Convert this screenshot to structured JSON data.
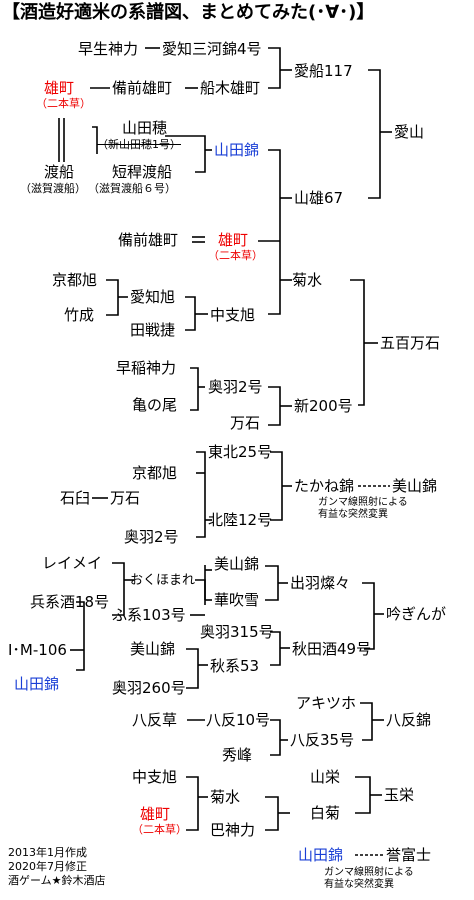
{
  "title": "【酒造好適米の系譜図、まとめてみた(･∀･)】",
  "credits": [
    "2013年1月作成",
    "2020年7月修正",
    "酒ゲーム★鈴木酒店"
  ],
  "colors": {
    "red": "#e00000",
    "blue": "#1a3fd6",
    "line": "#000000"
  },
  "nodes": {
    "wasesei": "早生神力",
    "aichi_mikawa": "愛知三河錦4号",
    "omachi_1": "雄町",
    "nihonsou_1": "（二本草）",
    "bizen_omachi_1": "備前雄町",
    "funaki_omachi": "船木雄町",
    "aifune117": "愛船117",
    "aiyama": "愛山",
    "yamadaho": "山田穂",
    "shin_yamadaho": "（新山田穂1号）",
    "yamadanishiki_1": "山田錦",
    "watabune": "渡船",
    "shiga_watabune": "（滋賀渡船）",
    "tankan_watabune": "短稈渡船",
    "shiga_watabune6": "（滋賀渡船６号）",
    "yamao67": "山雄67",
    "bizen_omachi_2": "備前雄町",
    "omachi_2": "雄町",
    "nihonsou_2": "（二本草）",
    "kyoto_asahi_1": "京都旭",
    "taketsuki": "竹成",
    "aichi_asahi": "愛知旭",
    "tasenshou": "田戦捷",
    "nakashi_asahi_1": "中支旭",
    "kikusui_1": "菊水",
    "gohyakumangoku": "五百万石",
    "wase_shinriki": "早稲神力",
    "kamenoo": "亀の尾",
    "ou2": "奥羽2号",
    "mangoku_1": "万石",
    "shin200": "新200号",
    "tohoku25": "東北25号",
    "kyoto_asahi_2": "京都旭",
    "ishiusu": "石臼",
    "mangoku_2": "万石",
    "ou2_b": "奥羽2号",
    "hokuriku12": "北陸12号",
    "takanenishiki": "たかね錦",
    "miyamanishiki_1": "美山錦",
    "gamma_1": "ガンマ線照射による",
    "mutation_1": "有益な突然変異",
    "reimei": "レイメイ",
    "hyoukeishu18": "兵系酒18号",
    "okuhomare": "おくほまれ",
    "fukei103": "ふ系103号",
    "miyamanishiki_2": "美山錦",
    "hanafubuki": "華吹雪",
    "dewasansan": "出羽燦々",
    "ginginga": "吟ぎんが",
    "im106": "I･M-106",
    "yamadanishiki_2": "山田錦",
    "ou315": "奥羽315号",
    "miyamanishiki_3": "美山錦",
    "akikei53": "秋系53",
    "akitashu49": "秋田酒49号",
    "ou260": "奥羽260号",
    "hattan_sou": "八反草",
    "hattan10": "八反10号",
    "akitsuho": "アキツホ",
    "hattannishiki": "八反錦",
    "shuhou": "秀峰",
    "hattan35": "八反35号",
    "nakashi_asahi_2": "中支旭",
    "kikusui_2": "菊水",
    "yamasakae": "山栄",
    "gyokuei": "玉栄",
    "omachi_3": "雄町",
    "nihonsou_3": "（二本草）",
    "shirogiku": "白菊",
    "ikamiriki": "巴神力",
    "yamadanishiki_3": "山田錦",
    "homarefuji": "誉富士",
    "gamma_2": "ガンマ線照射による",
    "mutation_2": "有益な突然変異"
  }
}
